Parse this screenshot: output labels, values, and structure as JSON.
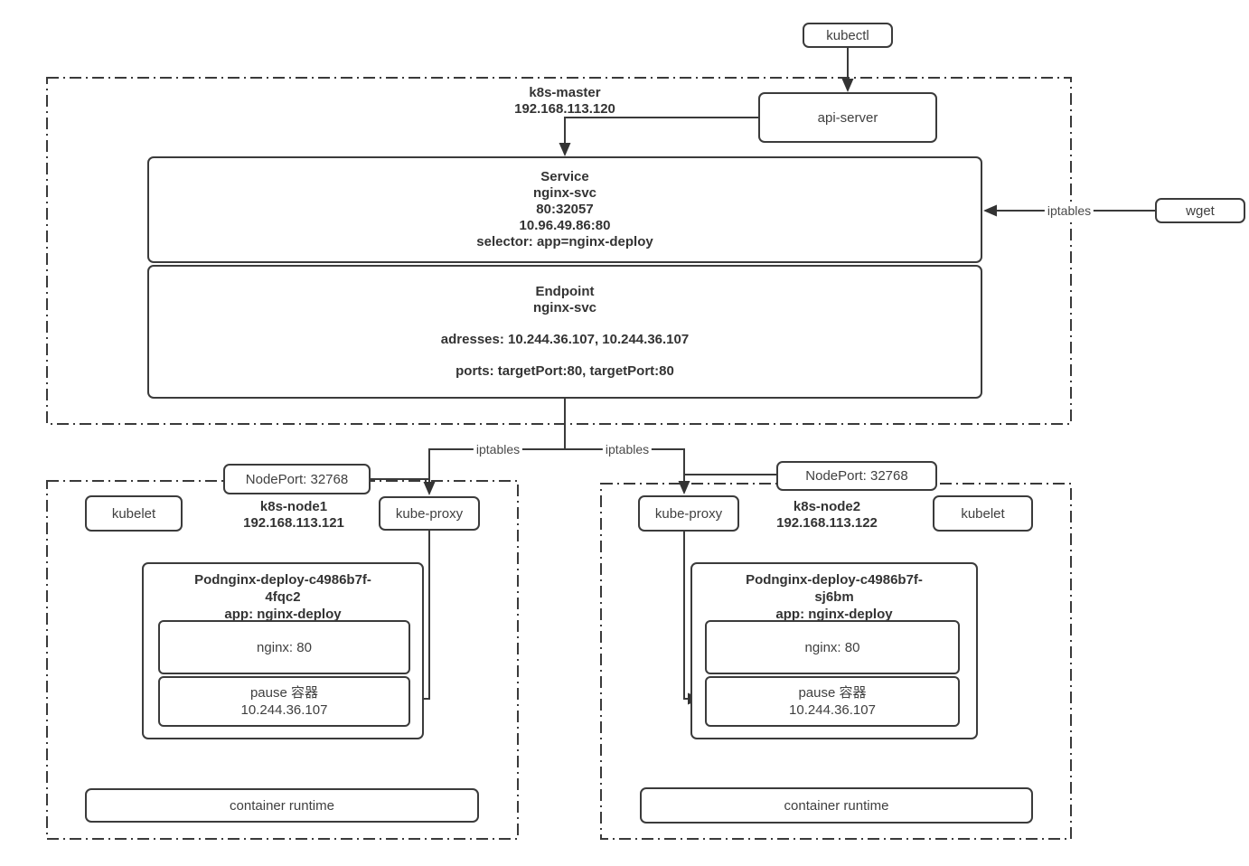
{
  "colors": {
    "stroke": "#3a3a3a",
    "text": "#3d3d3d"
  },
  "external": {
    "kubectl_label": "kubectl",
    "wget_label": "wget"
  },
  "edges": {
    "iptables_wget": "iptables",
    "iptables_node1": "iptables",
    "iptables_node2": "iptables"
  },
  "master": {
    "name": "k8s-master",
    "ip": "192.168.113.120",
    "api_server_label": "api-server",
    "service": {
      "title": "Service",
      "name": "nginx-svc",
      "nodeport_map": "80:32057",
      "cluster_ip": "10.96.49.86:80",
      "selector": "selector: app=nginx-deploy"
    },
    "endpoint": {
      "title": "Endpoint",
      "name": "nginx-svc",
      "addresses": "adresses: 10.244.36.107, 10.244.36.107",
      "ports": "ports: targetPort:80, targetPort:80"
    }
  },
  "node1": {
    "name": "k8s-node1",
    "ip": "192.168.113.121",
    "nodeport_label": "NodePort: 32768",
    "kubelet_label": "kubelet",
    "kube_proxy_label": "kube-proxy",
    "pod": {
      "title1": "Podnginx-deploy-c4986b7f-",
      "title2": "4fqc2",
      "title3": "app: nginx-deploy",
      "nginx_label": "nginx: 80",
      "pause_name": "pause 容器",
      "pause_ip": "10.244.36.107"
    },
    "runtime_label": "container runtime"
  },
  "node2": {
    "name": "k8s-node2",
    "ip": "192.168.113.122",
    "nodeport_label": "NodePort: 32768",
    "kubelet_label": "kubelet",
    "kube_proxy_label": "kube-proxy",
    "pod": {
      "title1": "Podnginx-deploy-c4986b7f-",
      "title2": "sj6bm",
      "title3": "app: nginx-deploy",
      "nginx_label": "nginx: 80",
      "pause_name": "pause 容器",
      "pause_ip": "10.244.36.107"
    },
    "runtime_label": "container runtime"
  }
}
